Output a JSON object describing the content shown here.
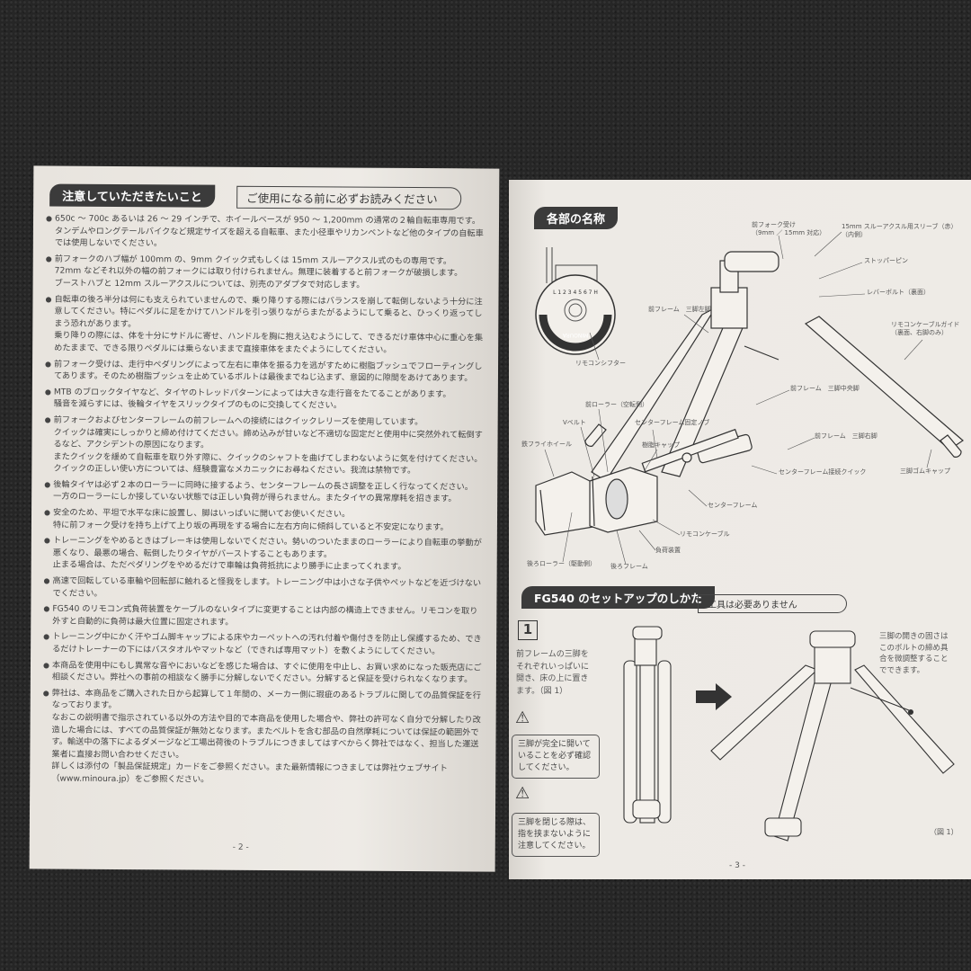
{
  "left_page": {
    "header": {
      "title": "注意していただきたいこと",
      "subtitle": "ご使用になる前に必ずお読みください"
    },
    "bullets": [
      [
        "650c ～ 700c あるいは 26 ～ 29 インチで、ホイールベースが 950 ～ 1,200mm の通常の２輪自転車専用です。",
        "タンデムやロングテールバイクなど規定サイズを超える自転車、また小径車やリカンベントなど他のタイプの自転車では使用しないでください。"
      ],
      [
        "前フォークのハブ幅が 100mm の、9mm クイック式もしくは 15mm スルーアクスル式のもの専用です。",
        "72mm などそれ以外の幅の前フォークには取り付けられません。無理に装着すると前フォークが破損します。",
        "ブーストハブと 12mm スルーアクスルについては、別売のアダプタで対応します。"
      ],
      [
        "自転車の後ろ半分は何にも支えられていませんので、乗り降りする際にはバランスを崩して転倒しないよう十分に注意してください。特にペダルに足をかけてハンドルを引っ張りながらまたがるようにして乗ると、ひっくり返ってしまう恐れがあります。",
        "乗り降りの際には、体を十分にサドルに寄せ、ハンドルを胸に抱え込むようにして、できるだけ車体中心に重心を集めたままで、できる限りペダルには乗らないままで直接車体をまたぐようにしてください。"
      ],
      [
        "前フォーク受けは、走行中ペダリングによって左右に車体を振る力を逃がすために樹脂ブッシュでフローティングしてあります。そのため樹脂ブッシュを止めているボルトは最後までねじ込まず、意図的に隙間をあけてあります。"
      ],
      [
        "MTB のブロックタイヤなど、タイヤのトレッドパターンによっては大きな走行音をたてることがあります。",
        "騒音を減らすには、後輪タイヤをスリックタイプのものに交換してください。"
      ],
      [
        "前フォークおよびセンターフレームの前フレームへの接続にはクイックレリーズを使用しています。",
        "クイックは確実にしっかりと締め付けてください。締め込みが甘いなど不適切な固定だと使用中に突然外れて転倒するなど、アクシデントの原因になります。",
        "またクイックを緩めて自転車を取り外す際に、クイックのシャフトを曲げてしまわないように気を付けてください。",
        "クイックの正しい使い方については、経験豊富なメカニックにお尋ねください。我流は禁物です。"
      ],
      [
        "後輪タイヤは必ず２本のローラーに同時に接するよう、センターフレームの長さ調整を正しく行なってください。",
        "一方のローラーにしか接していない状態では正しい負荷が得られません。またタイヤの異常摩耗を招きます。"
      ],
      [
        "安全のため、平坦で水平な床に設置し、脚はいっぱいに開いてお使いください。",
        "特に前フォーク受けを持ち上げて上り坂の再現をする場合に左右方向に傾斜していると不安定になります。"
      ],
      [
        "トレーニングをやめるときはブレーキは使用しないでください。勢いのついたままのローラーにより自転車の挙動が悪くなり、最悪の場合、転倒したりタイヤがバーストすることもあります。",
        "止まる場合は、ただペダリングをやめるだけで車輪は負荷抵抗により勝手に止まってくれます。"
      ],
      [
        "高速で回転している車輪や回転部に触れると怪我をします。トレーニング中は小さな子供やペットなどを近づけないでください。"
      ],
      [
        "FG540 のリモコン式負荷装置をケーブルのないタイプに変更することは内部の構造上できません。リモコンを取り外すと自動的に負荷は最大位置に固定されます。"
      ],
      [
        "トレーニング中にかく汗やゴム脚キャップによる床やカーペットへの汚れ付着や傷付きを防止し保護するため、できるだけトレーナーの下にはバスタオルやマットなど（できれば専用マット）を敷くようにしてください。"
      ],
      [
        "本商品を使用中にもし異常な音やにおいなどを感じた場合は、すぐに使用を中止し、お買い求めになった販売店にご相談ください。弊社への事前の相談なく勝手に分解しないでください。分解すると保証を受けられなくなります。"
      ],
      [
        "弊社は、本商品をご購入された日から起算して１年間の、メーカー側に瑕疵のあるトラブルに関しての品質保証を行なっております。",
        "なおこの説明書で指示されている以外の方法や目的で本商品を使用した場合や、弊社の許可なく自分で分解したり改造した場合には、すべての品質保証が無効となります。またベルトを含む部品の自然摩耗については保証の範囲外です。輸送中の落下によるダメージなど工場出荷後のトラブルにつきましてはすべからく弊社ではなく、担当した運送業者に直接お問い合わせください。",
        "詳しくは添付の「製品保証規定」カードをご参照ください。また最新情報につきましては弊社ウェブサイト（www.minoura.jp）をご参照ください。"
      ]
    ],
    "page_number": "- 2 -"
  },
  "right_page": {
    "parts_header": "各部の名称",
    "parts": {
      "fork_mount": "前フォーク受け",
      "fork_mount_note": "（9mm ／ 15mm 対応）",
      "sleeve": "15mm スルーアクスル用スリーブ（赤）",
      "sleeve_note": "（内側）",
      "stopper_pin": "ストッパーピン",
      "lever_bolt": "レバーボルト（裏面）",
      "left_leg": "前フレーム　三脚左脚",
      "cable_guide": "リモコンケーブルガイド",
      "cable_guide_note": "（裏面、右脚のみ）",
      "shifter": "リモコンシフター",
      "center_leg": "前フレーム　三脚中央脚",
      "front_roller": "前ローラー（空転側）",
      "v_belt": "Vベルト",
      "center_knob": "センターフレーム固定ノブ",
      "right_leg": "前フレーム　三脚右脚",
      "flywheel": "鉄フライホイール",
      "resin_cap": "樹脂キャップ",
      "center_quick": "センターフレーム接続クイック",
      "rubber_cap": "三脚ゴムキャップ",
      "center_frame": "センターフレーム",
      "remote_cable": "リモコンケーブル",
      "load_unit": "負荷装置",
      "rear_roller": "後ろローラー（駆動側）",
      "rear_frame": "後ろフレーム"
    },
    "shifter_dial": {
      "brand": "MINOURA",
      "scale": "L 1 2 3 4 5 6 7 H"
    },
    "setup_header": "FG540 のセットアップのしかた",
    "setup_note": "工具は必要ありません",
    "step_number": "1",
    "step_text": [
      "前フレームの三脚を",
      "それぞれいっぱいに",
      "開き、床の上に置き",
      "ます。（図 1）"
    ],
    "warning1": [
      "三脚が完全に開いて",
      "いることを必ず確認",
      "してください。"
    ],
    "warning2": [
      "三脚を閉じる際は、",
      "指を挟まないように",
      "注意してください。"
    ],
    "adjust_note": [
      "三脚の開きの固さは",
      "このボルトの締め具",
      "合を微調整すること",
      "でできます。"
    ],
    "figure_label": "（図 1）",
    "page_number": "- 3 -"
  }
}
